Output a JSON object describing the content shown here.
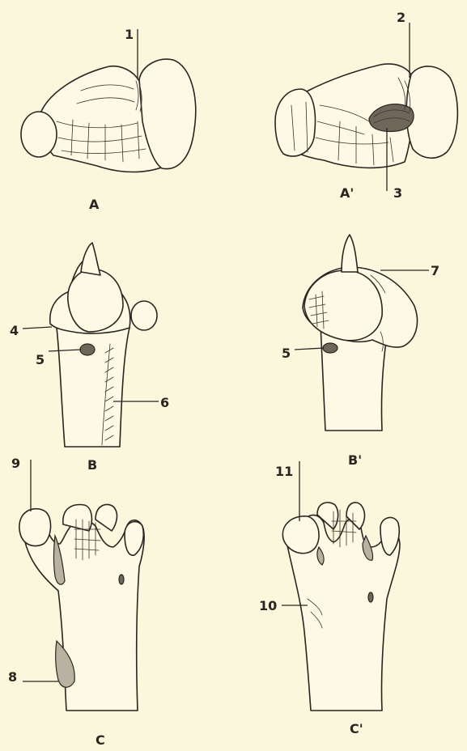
{
  "figure": {
    "panels": {
      "A": "A",
      "A_prime": "A'",
      "B": "B",
      "B_prime": "B'",
      "C": "C",
      "C_prime": "C'"
    },
    "callouts": {
      "n1": "1",
      "n2": "2",
      "n3": "3",
      "n4": "4",
      "n5a": "5",
      "n5b": "5",
      "n6": "6",
      "n7": "7",
      "n8": "8",
      "n9": "9",
      "n10": "10",
      "n11": "11"
    }
  },
  "colors": {
    "paper": "#fbf7dc",
    "ink": "#2a2520",
    "shading": "#b9b2a0"
  }
}
